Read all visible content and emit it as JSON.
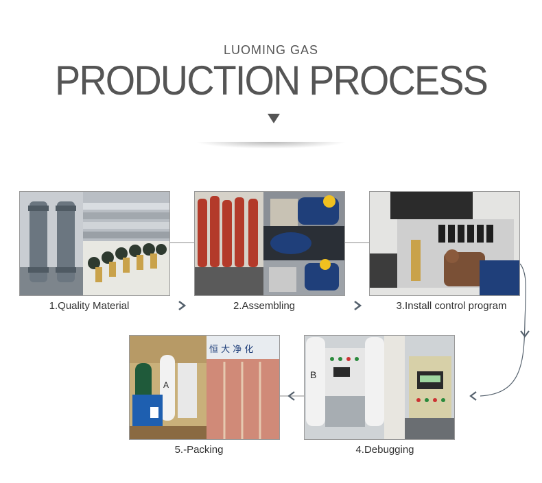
{
  "header": {
    "subtitle": "LUOMING GAS",
    "title": "PRODUCTION PROCESS"
  },
  "steps": [
    {
      "label": "1.Quality Material"
    },
    {
      "label": "2.Assembling"
    },
    {
      "label": "3.Install control program"
    },
    {
      "label": "4.Debugging"
    },
    {
      "label": "5.-Packing"
    }
  ],
  "plaque_text": "恒 大 净 化",
  "colors": {
    "title_gray": "#555555",
    "connector": "#55616d",
    "red_cylinder": "#b33a2a",
    "dark_blue": "#1f3f7a"
  }
}
